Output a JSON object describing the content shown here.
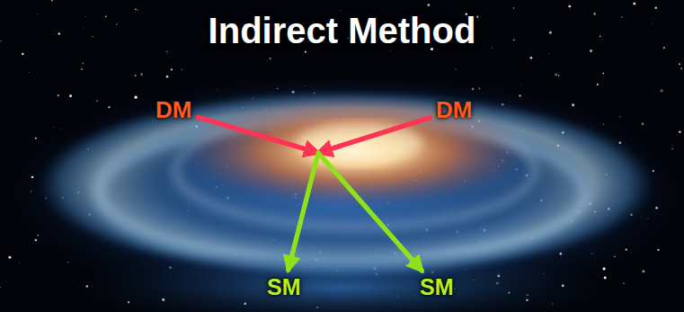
{
  "diagram": {
    "title": "Indirect Method",
    "nodes": [
      {
        "text": [
          "DM"
        ]
      },
      {
        "text": [
          "DM"
        ]
      },
      {
        "text": [
          "SM"
        ]
      },
      {
        "text": [
          "SM"
        ]
      }
    ],
    "edges": [
      {
        "from": 0,
        "to": 2,
        "arrow": "to"
      },
      {
        "from": 0,
        "to": 3,
        "arrow": "to"
      },
      {
        "from": 1,
        "to": 2,
        "arrow": "to"
      },
      {
        "from": 1,
        "to": 3,
        "arrow": "to"
      }
    ]
  }
}
